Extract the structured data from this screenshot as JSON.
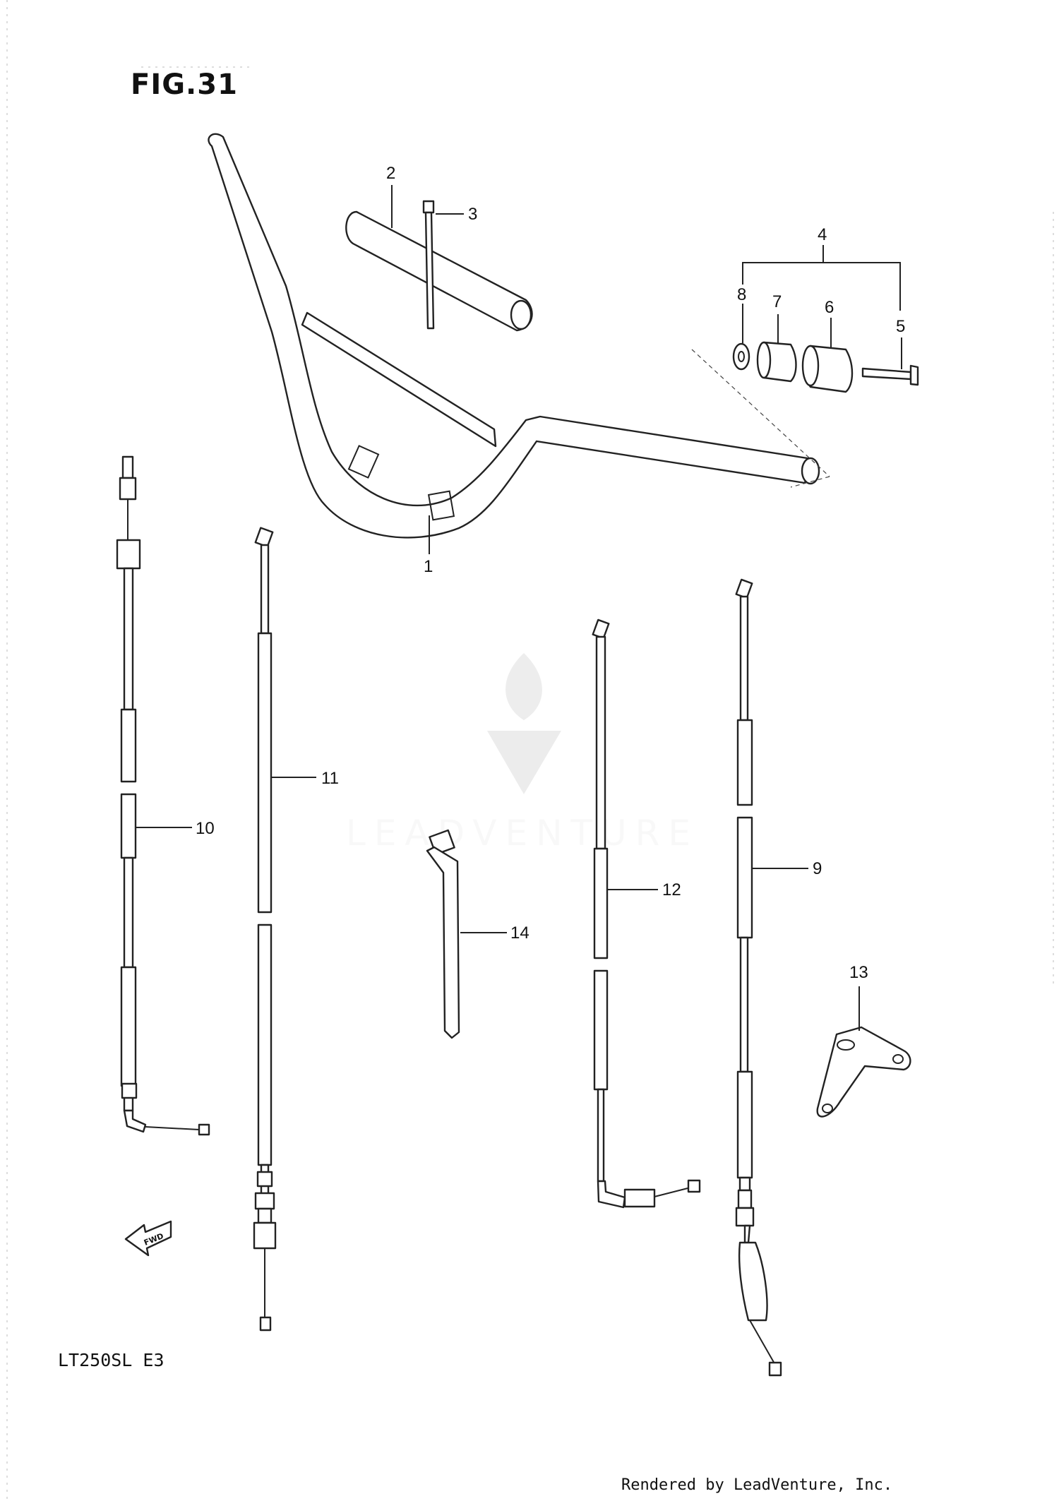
{
  "figure_title": "FIG.31",
  "model_code": "LT250SL  E3",
  "fwd_label": "FWD",
  "watermark_text": "LEADVENTURE",
  "footer_credit": "Rendered by LeadVenture, Inc.",
  "callouts": {
    "c1": "1",
    "c2": "2",
    "c3": "3",
    "c4": "4",
    "c5": "5",
    "c6": "6",
    "c7": "7",
    "c8": "8",
    "c9": "9",
    "c10": "10",
    "c11": "11",
    "c12": "12",
    "c13": "13",
    "c14": "14"
  }
}
